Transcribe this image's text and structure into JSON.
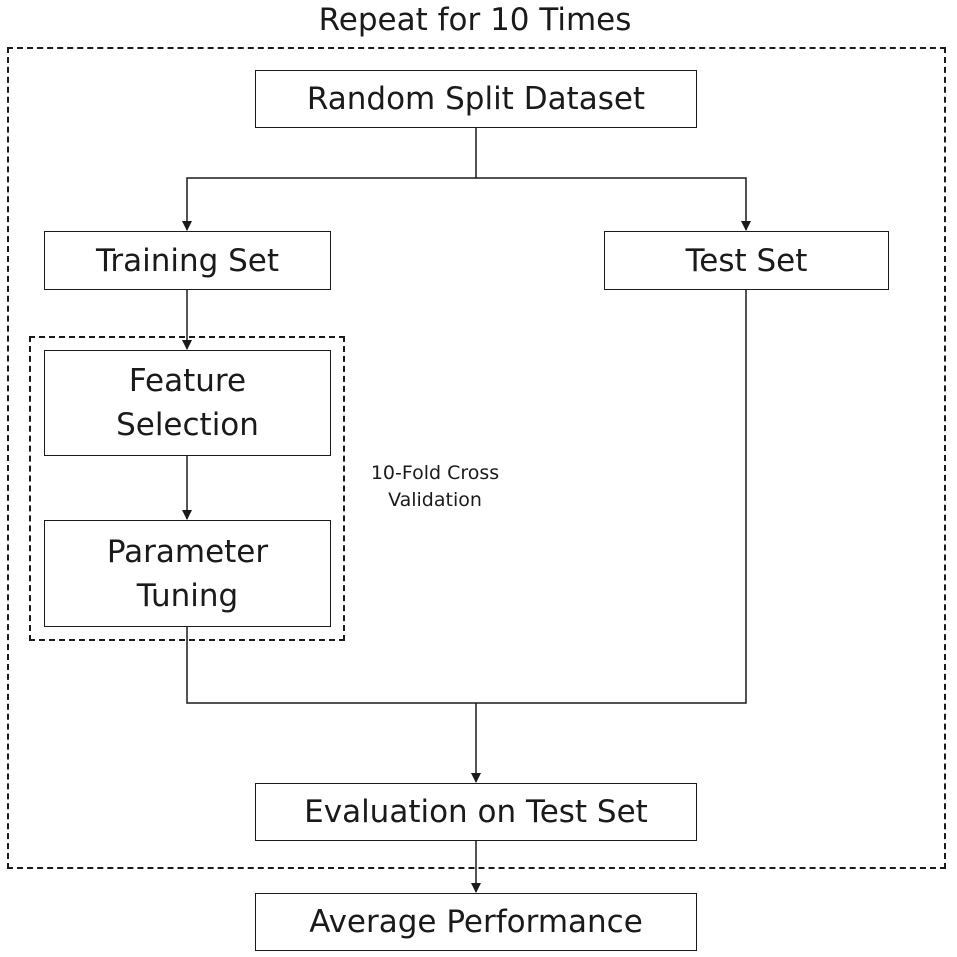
{
  "diagram": {
    "loop_title": "Repeat for 10 Times",
    "cv_caption": "10-Fold Cross\nValidation",
    "nodes": {
      "random_split": "Random Split Dataset",
      "training_set": "Training Set",
      "test_set": "Test Set",
      "feature_selection": "Feature\nSelection",
      "parameter_tuning": "Parameter\nTuning",
      "evaluation": "Evaluation on Test Set",
      "average": "Average Performance"
    },
    "edges": [
      {
        "from": "random_split",
        "to": "training_set"
      },
      {
        "from": "random_split",
        "to": "test_set"
      },
      {
        "from": "training_set",
        "to": "feature_selection"
      },
      {
        "from": "feature_selection",
        "to": "parameter_tuning"
      },
      {
        "from": "parameter_tuning",
        "to": "evaluation"
      },
      {
        "from": "test_set",
        "to": "evaluation"
      },
      {
        "from": "evaluation",
        "to": "average"
      }
    ]
  }
}
